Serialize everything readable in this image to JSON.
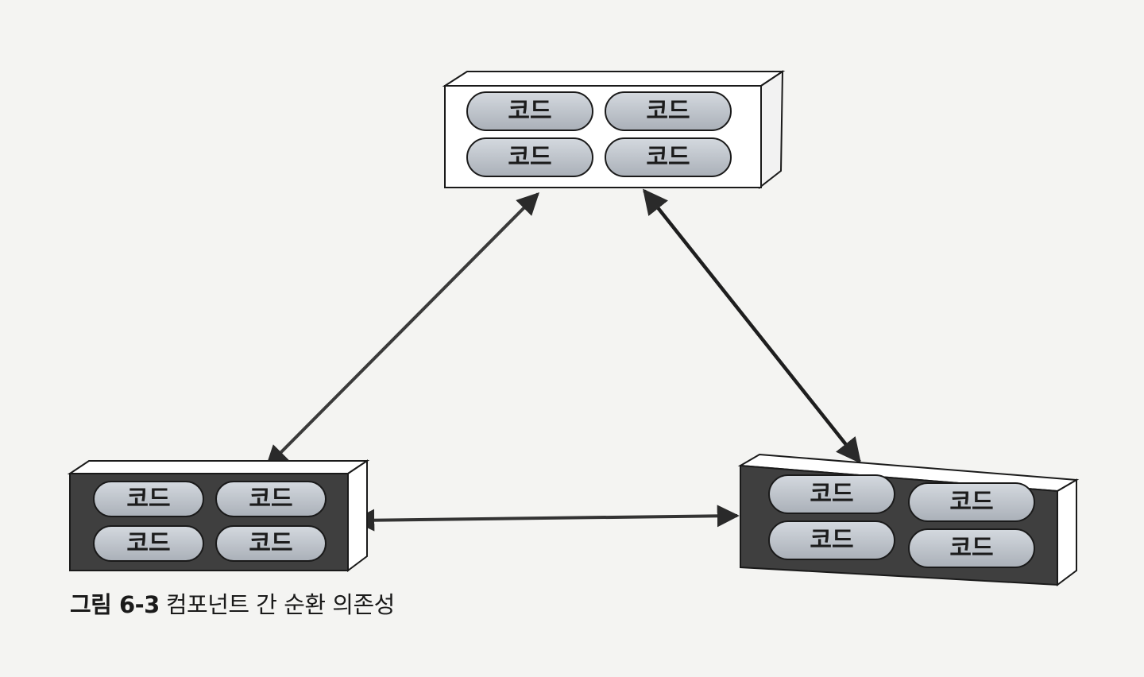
{
  "diagram": {
    "components": [
      {
        "id": "top",
        "modules": [
          "코드",
          "코드",
          "코드",
          "코드"
        ]
      },
      {
        "id": "left",
        "modules": [
          "코드",
          "코드",
          "코드",
          "코드"
        ]
      },
      {
        "id": "right",
        "modules": [
          "코드",
          "코드",
          "코드",
          "코드"
        ]
      }
    ],
    "edges": [
      {
        "from": "top",
        "to": "left",
        "direction": "bidirectional"
      },
      {
        "from": "top",
        "to": "right",
        "direction": "bidirectional"
      },
      {
        "from": "left",
        "to": "right",
        "direction": "bidirectional"
      }
    ]
  },
  "caption": {
    "number": "그림 6-3",
    "text": "컴포넌트 간 순환 의존성"
  },
  "colors": {
    "light_box": "#ffffff",
    "dark_box": "#3f3f3f",
    "module_fill": "#bcc2ca",
    "arrow": "#2a2a2a"
  }
}
